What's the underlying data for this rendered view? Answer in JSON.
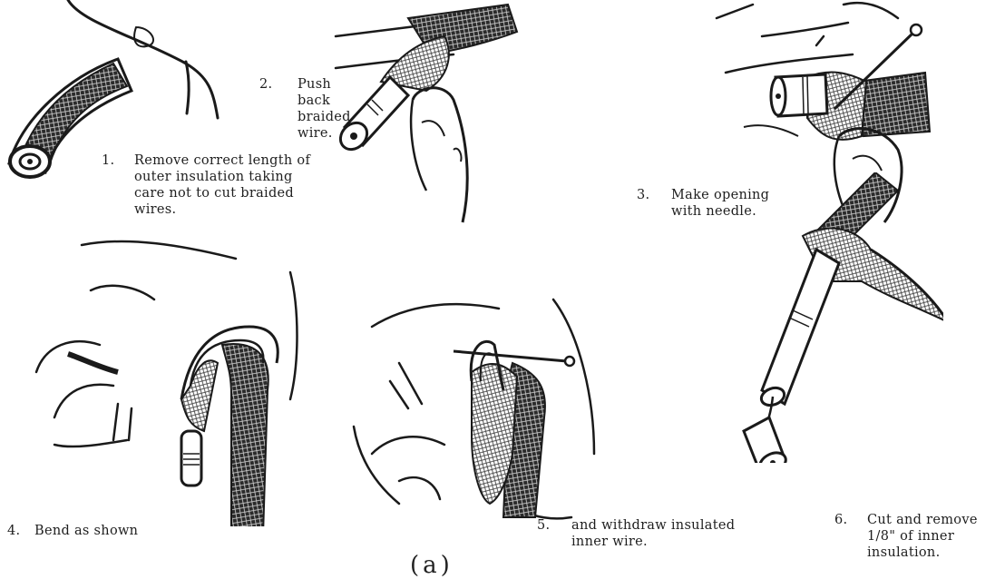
{
  "steps": [
    {
      "number": "1.",
      "text": "Remove correct length of\nouter insulation taking\ncare not to cut braided\nwires."
    },
    {
      "number": "2.",
      "text": "Push back\nbraided wire."
    },
    {
      "number": "3.",
      "text": "Make opening\nwith needle."
    },
    {
      "number": "4.",
      "text": "Bend as shown"
    },
    {
      "number": "5.",
      "text": "and withdraw insulated\ninner wire."
    },
    {
      "number": "6.",
      "text": "Cut and remove\n1/8\" of inner\ninsulation."
    }
  ],
  "figure_label": "(a)",
  "colors": {
    "ink": "#1a1a1a",
    "paper": "#ffffff"
  }
}
